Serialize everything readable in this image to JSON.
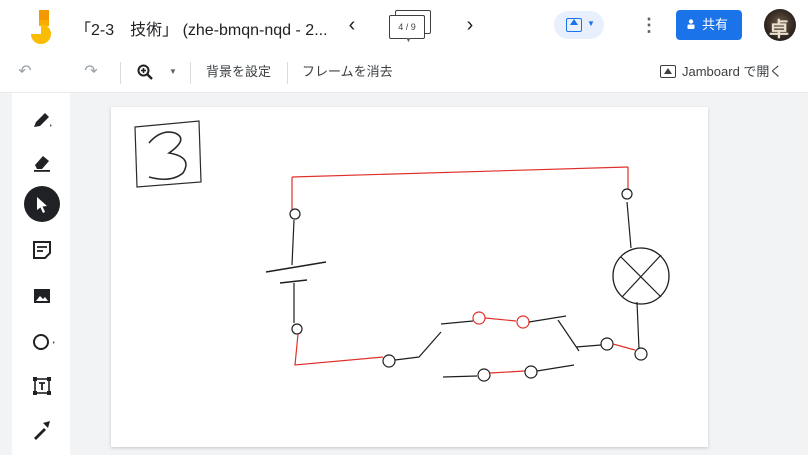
{
  "header": {
    "title": "「2-3　技術」 (zhe-bmqn-nqd - 2...",
    "prev_icon": "chevron-left-icon",
    "next_icon": "chevron-right-icon",
    "frame_counter": "4 / 9",
    "present_icon": "present-to-meet-icon",
    "more_icon": "more-vert-icon",
    "share_label": "共有",
    "avatar_icon": "user-avatar"
  },
  "toolbar": {
    "undo_icon": "undo-icon",
    "redo_icon": "redo-icon",
    "zoom_icon": "zoom-in-icon",
    "set_background": "背景を設定",
    "clear_frame": "フレームを消去",
    "open_in_jamboard": "Jamboard で開く"
  },
  "side_tools": [
    {
      "name": "pen-tool",
      "icon": "pen-icon"
    },
    {
      "name": "eraser-tool",
      "icon": "eraser-icon"
    },
    {
      "name": "select-tool",
      "icon": "cursor-arrow-icon",
      "selected": true
    },
    {
      "name": "sticky-note-tool",
      "icon": "sticky-note-icon"
    },
    {
      "name": "image-tool",
      "icon": "image-icon"
    },
    {
      "name": "shape-tool",
      "icon": "circle-icon"
    },
    {
      "name": "text-box-tool",
      "icon": "text-box-icon"
    },
    {
      "name": "laser-tool",
      "icon": "laser-icon"
    }
  ],
  "board": {
    "handwritten_number": "3",
    "ink_colors": {
      "black": "#1f1f1f",
      "red": "#e0302a"
    }
  },
  "colors": {
    "accent": "#1a73e8",
    "present_bg": "#e8f0fe",
    "canvas_bg": "#f1f3f4"
  }
}
